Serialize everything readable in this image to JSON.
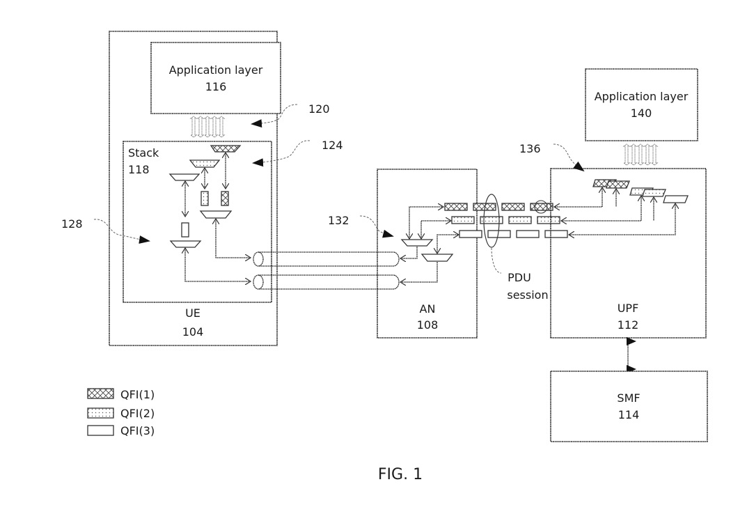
{
  "figure": {
    "caption": "FIG. 1",
    "ue": {
      "title": "UE",
      "ref": "104"
    },
    "ue_app": {
      "title": "Application layer",
      "ref": "116"
    },
    "stack": {
      "title": "Stack",
      "ref": "118"
    },
    "an": {
      "title": "AN",
      "ref": "108"
    },
    "upf": {
      "title": "UPF",
      "ref": "112"
    },
    "upf_app": {
      "title": "Application layer",
      "ref": "140"
    },
    "smf": {
      "title": "SMF",
      "ref": "114"
    },
    "pdu_session": {
      "line1": "PDU",
      "line2": "session"
    },
    "callouts": [
      "120",
      "124",
      "128",
      "132",
      "136"
    ],
    "legend": [
      {
        "label": "QFI(1)",
        "pattern": "crosshatch"
      },
      {
        "label": "QFI(2)",
        "pattern": "dotted"
      },
      {
        "label": "QFI(3)",
        "pattern": "blank"
      }
    ]
  }
}
